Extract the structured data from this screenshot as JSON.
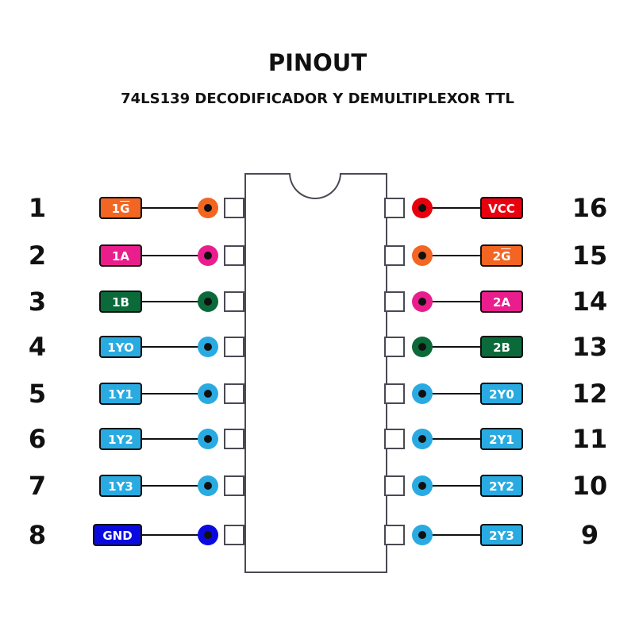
{
  "title": "PINOUT",
  "subtitle": "74LS139 DECODIFICADOR Y DEMULTIPLEXOR TTL",
  "colors": {
    "orange": "#f26522",
    "pink": "#e91e8c",
    "green": "#0b6a3a",
    "blue": "#29abe2",
    "gnd": "#0a0ae0",
    "vcc": "#e8000f"
  },
  "pins": [
    {
      "number": "1",
      "label": "1G",
      "overline_last": true,
      "color": "#f26522",
      "side": "left"
    },
    {
      "number": "2",
      "label": "1A",
      "overline_last": false,
      "color": "#e91e8c",
      "side": "left"
    },
    {
      "number": "3",
      "label": "1B",
      "overline_last": false,
      "color": "#0b6a3a",
      "side": "left"
    },
    {
      "number": "4",
      "label": "1YO",
      "overline_last": false,
      "color": "#29abe2",
      "side": "left"
    },
    {
      "number": "5",
      "label": "1Y1",
      "overline_last": false,
      "color": "#29abe2",
      "side": "left"
    },
    {
      "number": "6",
      "label": "1Y2",
      "overline_last": false,
      "color": "#29abe2",
      "side": "left"
    },
    {
      "number": "7",
      "label": "1Y3",
      "overline_last": false,
      "color": "#29abe2",
      "side": "left"
    },
    {
      "number": "8",
      "label": "GND",
      "overline_last": false,
      "color": "#0a0ae0",
      "side": "left"
    },
    {
      "number": "16",
      "label": "VCC",
      "overline_last": false,
      "color": "#e8000f",
      "side": "right"
    },
    {
      "number": "15",
      "label": "2G",
      "overline_last": true,
      "color": "#f26522",
      "side": "right"
    },
    {
      "number": "14",
      "label": "2A",
      "overline_last": false,
      "color": "#e91e8c",
      "side": "right"
    },
    {
      "number": "13",
      "label": "2B",
      "overline_last": false,
      "color": "#0b6a3a",
      "side": "right"
    },
    {
      "number": "12",
      "label": "2Y0",
      "overline_last": false,
      "color": "#29abe2",
      "side": "right"
    },
    {
      "number": "11",
      "label": "2Y1",
      "overline_last": false,
      "color": "#29abe2",
      "side": "right"
    },
    {
      "number": "10",
      "label": "2Y2",
      "overline_last": false,
      "color": "#29abe2",
      "side": "right"
    },
    {
      "number": "9",
      "label": "2Y3",
      "overline_last": false,
      "color": "#29abe2",
      "side": "right"
    }
  ]
}
